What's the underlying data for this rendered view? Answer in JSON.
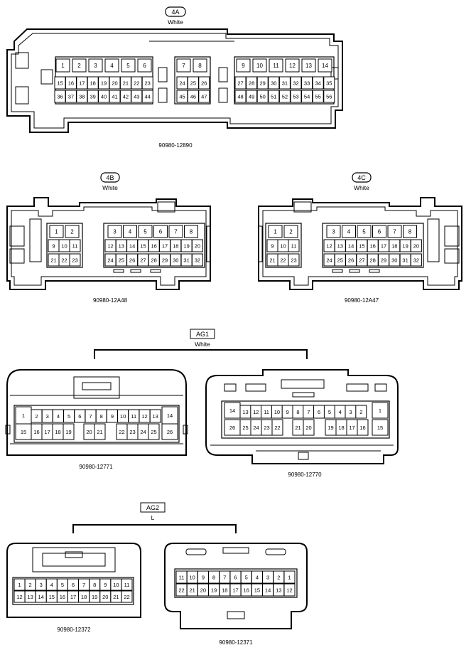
{
  "connector_4a": {
    "code": "4A",
    "color": "White",
    "part_number": "90980-12890",
    "rows": [
      [
        "1",
        "2",
        "3",
        "4",
        "5",
        "6",
        "7",
        "8",
        "9",
        "10",
        "11",
        "12",
        "13",
        "14"
      ],
      [
        "15",
        "16",
        "17",
        "18",
        "19",
        "20",
        "21",
        "22",
        "23",
        "24",
        "25",
        "26",
        "27",
        "28",
        "29",
        "30",
        "31",
        "32",
        "33",
        "34",
        "35"
      ],
      [
        "36",
        "37",
        "38",
        "39",
        "40",
        "41",
        "42",
        "43",
        "44",
        "45",
        "46",
        "47",
        "48",
        "49",
        "50",
        "51",
        "52",
        "53",
        "54",
        "55",
        "56"
      ]
    ]
  },
  "connector_4b": {
    "code": "4B",
    "color": "White",
    "part_number": "90980-12A48",
    "rows": [
      [
        "1",
        "2",
        "3",
        "4",
        "5",
        "6",
        "7",
        "8"
      ],
      [
        "9",
        "10",
        "11",
        "12",
        "13",
        "14",
        "15",
        "16",
        "17",
        "18",
        "19",
        "20"
      ],
      [
        "21",
        "22",
        "23",
        "24",
        "25",
        "26",
        "27",
        "28",
        "29",
        "30",
        "31",
        "32"
      ]
    ]
  },
  "connector_4c": {
    "code": "4C",
    "color": "White",
    "part_number": "90980-12A47",
    "rows": [
      [
        "1",
        "2",
        "3",
        "4",
        "5",
        "6",
        "7",
        "8"
      ],
      [
        "9",
        "10",
        "11",
        "12",
        "13",
        "14",
        "15",
        "16",
        "17",
        "18",
        "19",
        "20"
      ],
      [
        "21",
        "22",
        "23",
        "24",
        "25",
        "26",
        "27",
        "28",
        "29",
        "30",
        "31",
        "32"
      ]
    ]
  },
  "group_ag1": {
    "code": "AG1",
    "color": "White",
    "left": {
      "part_number": "90980-12771",
      "rows": [
        [
          "1",
          "2",
          "3",
          "4",
          "5",
          "6",
          "7",
          "8",
          "9",
          "10",
          "11",
          "12",
          "13",
          "14"
        ],
        [
          "15",
          "16",
          "17",
          "18",
          "19",
          "20",
          "21",
          "22",
          "23",
          "24",
          "25",
          "26"
        ]
      ]
    },
    "right": {
      "part_number": "90980-12770",
      "rows": [
        [
          "14",
          "13",
          "12",
          "11",
          "10",
          "9",
          "8",
          "7",
          "6",
          "5",
          "4",
          "3",
          "2",
          "1"
        ],
        [
          "26",
          "25",
          "24",
          "23",
          "22",
          "21",
          "20",
          "19",
          "18",
          "17",
          "16",
          "15"
        ]
      ]
    }
  },
  "group_ag2": {
    "code": "AG2",
    "color": "L",
    "left": {
      "part_number": "90980-12372",
      "rows": [
        [
          "1",
          "2",
          "3",
          "4",
          "5",
          "6",
          "7",
          "8",
          "9",
          "10",
          "11"
        ],
        [
          "12",
          "13",
          "14",
          "15",
          "16",
          "17",
          "18",
          "19",
          "20",
          "21",
          "22"
        ]
      ]
    },
    "right": {
      "part_number": "90980-12371",
      "rows": [
        [
          "11",
          "10",
          "9",
          "8",
          "7",
          "6",
          "5",
          "4",
          "3",
          "2",
          "1"
        ],
        [
          "22",
          "21",
          "20",
          "19",
          "18",
          "17",
          "16",
          "15",
          "14",
          "13",
          "12"
        ]
      ]
    }
  }
}
